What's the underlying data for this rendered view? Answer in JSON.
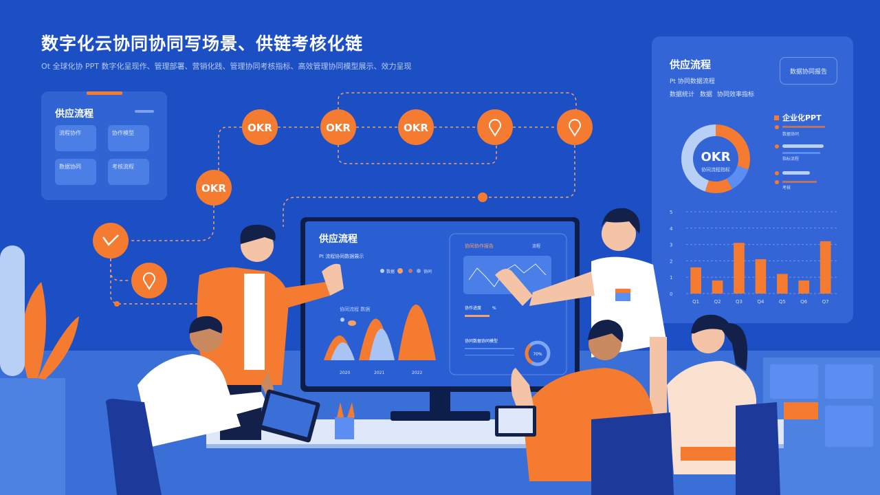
{
  "header": {
    "title": "数字化云协同协同写场景、供链考核化链",
    "subtitle": "Ot 全球化协 PPT 数字化呈现作、管理部署、营销化践、管理协同考核指标、高效管理协同模型展示、效力呈现"
  },
  "left_panel": {
    "title": "供应流程",
    "cards": [
      "流程协作",
      "协作模型",
      "数据协同",
      "考核流程"
    ]
  },
  "flow": {
    "nodes": [
      "OKR",
      "OKR",
      "OKR",
      "pin-icon",
      "pin-icon",
      "OKR",
      "check-icon",
      "pin-icon"
    ]
  },
  "right_panel": {
    "title": "供应流程",
    "button_label": "数据协同报告",
    "subtitle": "Pt 协同数据流程",
    "meta": [
      "数据统计",
      "数据",
      "协同效率指标"
    ],
    "donut_center": "OKR",
    "donut_caption": "协同流程指标",
    "legend_title": "企业化PPT",
    "legend_items": [
      "数据协同",
      "指标流程",
      "考核"
    ],
    "bar_chart": {
      "y_ticks": [
        "0",
        "1",
        "2",
        "3",
        "4",
        "5"
      ],
      "categories": [
        "Q1",
        "Q2",
        "Q3",
        "Q4",
        "Q5",
        "Q6",
        "Q7"
      ],
      "values": [
        1.6,
        0.8,
        3.1,
        2.1,
        1.2,
        0.8,
        3.2
      ],
      "color": "#f47b30"
    },
    "donut_segments": [
      {
        "share": 0.3,
        "color": "#f47b30"
      },
      {
        "share": 0.12,
        "color": "#5b8ef0"
      },
      {
        "share": 0.13,
        "color": "#f47b30"
      },
      {
        "share": 0.45,
        "color": "#b8d0f5"
      }
    ]
  },
  "monitor": {
    "title": "供应流程",
    "subtitle": "Pt 流程协同数据展示",
    "legend": [
      "数据",
      "协同"
    ],
    "mountain_labels": [
      "2020",
      "2021",
      "2022"
    ],
    "annotation": "协同流程 数据",
    "card_title": "协同协作报告",
    "card_right": "流程",
    "metric_label": "协作进度",
    "metric_value": "%",
    "bottom_label": "协同数据协同模型",
    "gauge_value": "70%",
    "gauge_progress": 0.7
  },
  "colors": {
    "background": "#1d4fc4",
    "accent": "#f47b30",
    "light_blue": "#b8d0f5"
  }
}
